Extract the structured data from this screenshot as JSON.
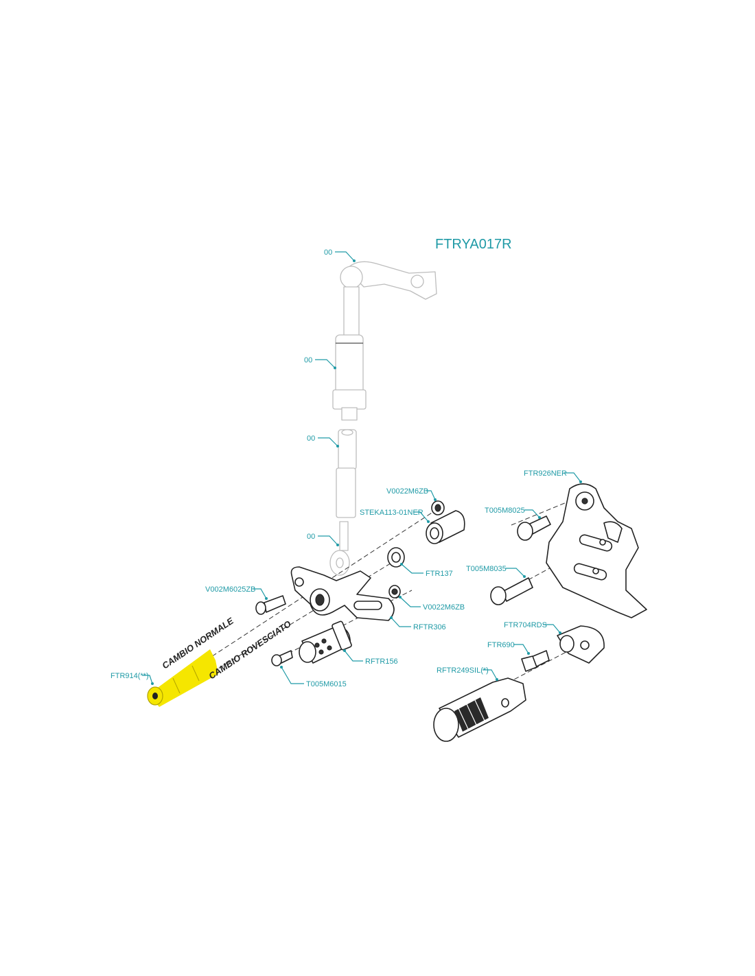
{
  "diagram": {
    "title": "FTRYA017R",
    "notes": {
      "normale": "CAMBIO NORMALE",
      "rovesciato": "CAMBIO ROVESCIATO"
    },
    "highlight_color": "#f5e600",
    "label_color": "#1f9aa6",
    "labels": {
      "rod_end_top": "00",
      "rod_body": "00",
      "rod_lower": "00",
      "rod_end_bottom": "00",
      "nut_top": "V0022M6ZB",
      "spacer": "STEKA113-01NER",
      "bearing": "FTR137",
      "nut_mid": "V0022M6ZB",
      "bolt_left": "V002M6025ZB",
      "lever": "RFTR306",
      "peg_small": "RFTR156",
      "screw_small": "T005M6015",
      "shaft": "FTR914(**)",
      "plate": "FTR926NER",
      "screw_top": "T005M8025",
      "screw_mid": "T005M8035",
      "peg_mount": "FTR704RDS",
      "bolt_peg": "FTR690",
      "peg_large": "RFTR249SIL(*)"
    }
  }
}
